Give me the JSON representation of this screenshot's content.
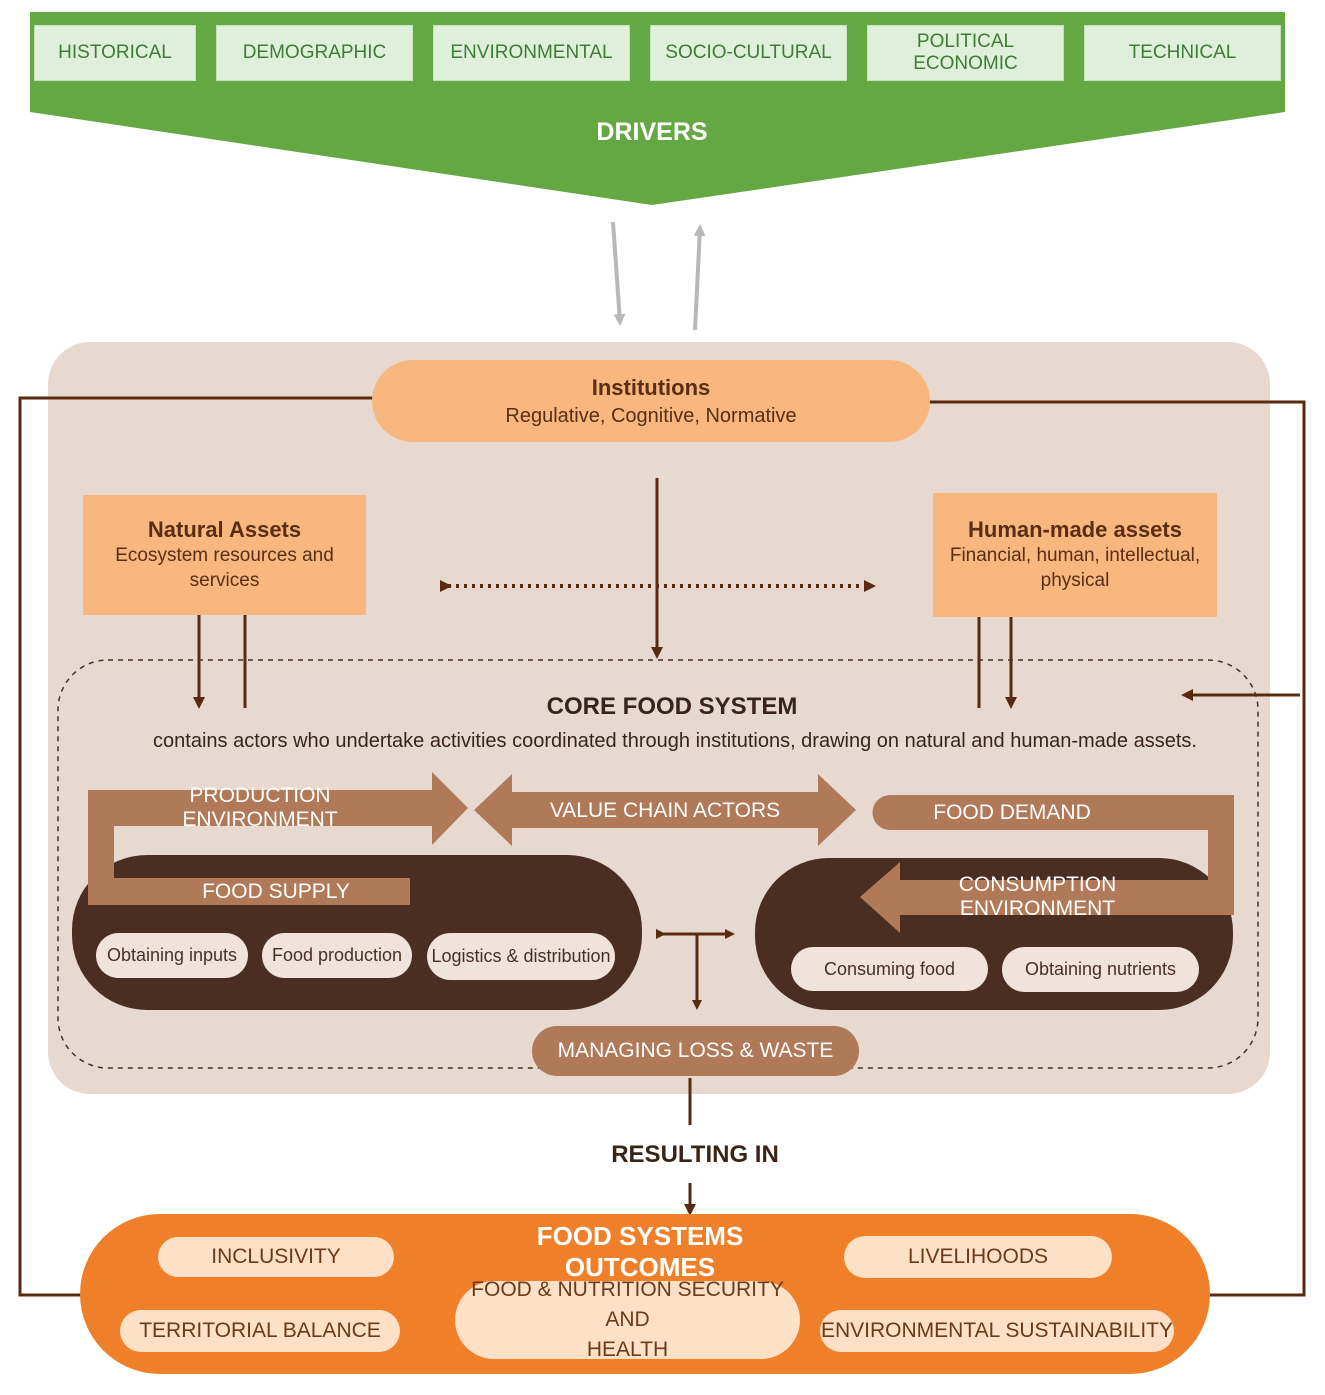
{
  "drivers": {
    "label": "DRIVERS",
    "items": [
      "HISTORICAL",
      "DEMOGRAPHIC",
      "ENVIRONMENTAL",
      "SOCIO-CULTURAL",
      "POLITICAL ECONOMIC",
      "TECHNICAL"
    ]
  },
  "institutions": {
    "title": "Institutions",
    "subtitle": "Regulative, Cognitive, Normative"
  },
  "natural_assets": {
    "title": "Natural Assets",
    "subtitle": "Ecosystem resources and services"
  },
  "human_assets": {
    "title": "Human-made assets",
    "subtitle_line1": "Financial, human, intellectual,",
    "subtitle_line2": "physical"
  },
  "core": {
    "title": "CORE FOOD SYSTEM",
    "subtitle": "contains actors who undertake activities coordinated through institutions, drawing on natural and human-made assets."
  },
  "flows": {
    "production_environment": "PRODUCTION ENVIRONMENT",
    "value_chain_actors": "VALUE CHAIN ACTORS",
    "food_demand": "FOOD DEMAND",
    "food_supply": "FOOD SUPPLY",
    "consumption_environment": "CONSUMPTION ENVIRONMENT"
  },
  "supply_activities": [
    "Obtaining inputs",
    "Food production",
    "Logistics & distribution"
  ],
  "demand_activities": [
    "Consuming food",
    "Obtaining nutrients"
  ],
  "loss_waste": "MANAGING LOSS & WASTE",
  "resulting_in": "RESULTING IN",
  "outcomes": {
    "title": "FOOD SYSTEMS OUTCOMES",
    "inclusivity": "INCLUSIVITY",
    "livelihoods": "LIVELIHOODS",
    "territorial_balance": "TERRITORIAL BALANCE",
    "fns_line1": "FOOD & NUTRITION SECURITY AND",
    "fns_line2": "HEALTH",
    "environmental_sustainability": "ENVIRONMENTAL SUSTAINABILITY"
  },
  "colors": {
    "drivers_green": "#64a844",
    "core_bg": "#e8d9d0",
    "institution_orange": "#f7b77f",
    "arrow_brown": "#5a2a10",
    "band_brown": "#b07a58",
    "dark_brown": "#4a2e21",
    "outcomes_orange": "#ef7f28"
  }
}
